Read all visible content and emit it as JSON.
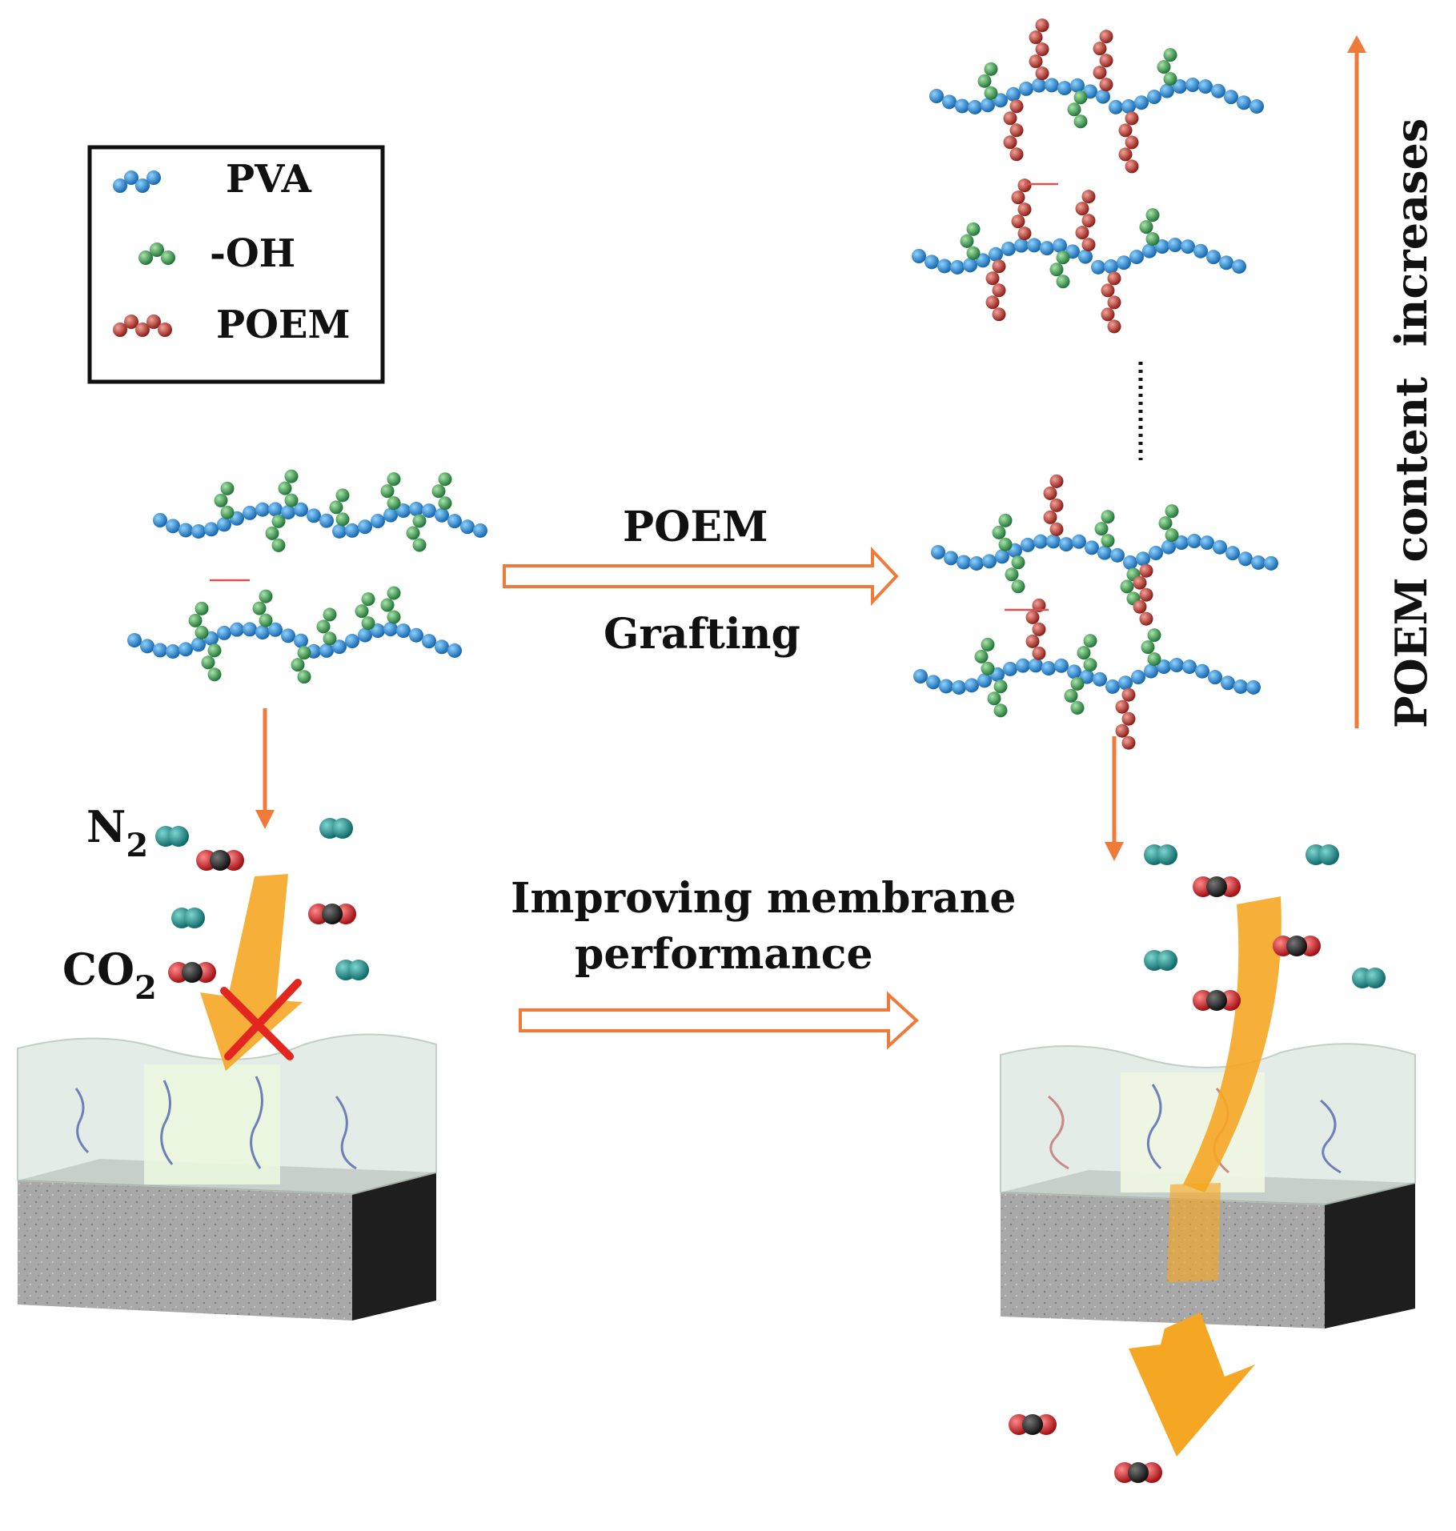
{
  "legend": {
    "items": [
      {
        "label": "PVA",
        "color": "#1e88c9"
      },
      {
        "label": "-OH",
        "color": "#3a9a4f"
      },
      {
        "label": "POEM",
        "color": "#c0392b"
      }
    ]
  },
  "process": {
    "reagent": "POEM",
    "step": "Grafting",
    "improve_line1": "Improving membrane",
    "improve_line2": "performance",
    "side_label": "POEM content  increases"
  },
  "gases": {
    "n2_base": "N",
    "n2_sub": "2",
    "co2_base": "CO",
    "co2_sub": "2"
  },
  "colors": {
    "arrow": "#f07a3a",
    "pva": "#1e88c9",
    "oh": "#3a9a4f",
    "poem": "#c0392b",
    "n2": "#1f8c8c",
    "o_atom": "#d8232a",
    "c_atom": "#222222",
    "flow": "#f5a623",
    "block_gray": "#a3a3a3",
    "block_dark": "#1e1e1e"
  }
}
